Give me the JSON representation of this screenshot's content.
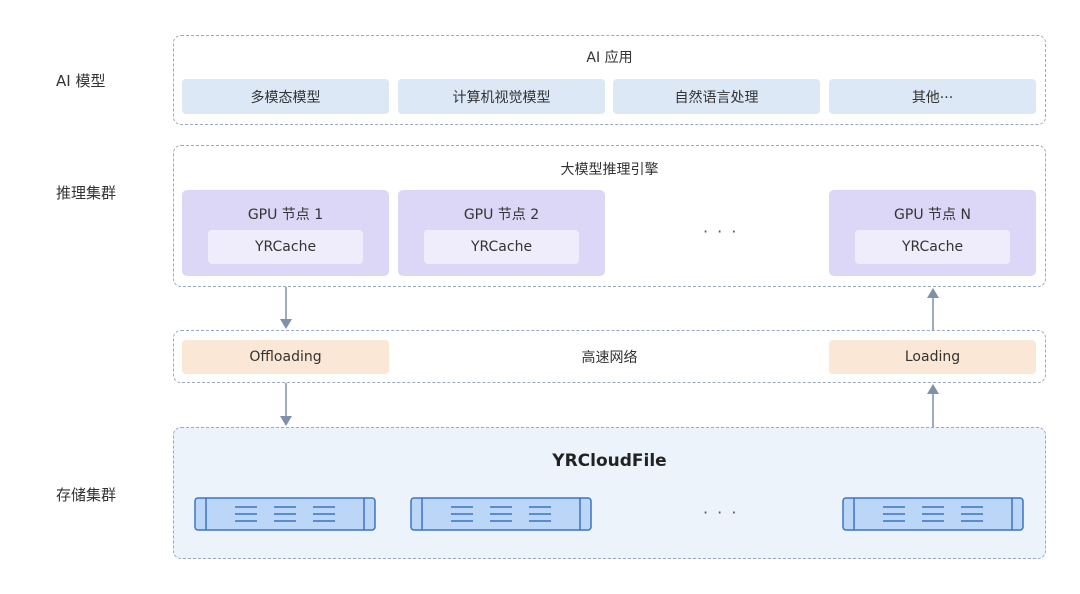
{
  "labels": {
    "ai_model": "AI 模型",
    "inference_cluster": "推理集群",
    "storage_cluster": "存储集群"
  },
  "ai_apps": {
    "title": "AI 应用",
    "items": [
      "多模态模型",
      "计算机视觉模型",
      "自然语言处理",
      "其他···"
    ]
  },
  "inference": {
    "title": "大模型推理引擎",
    "nodes": [
      {
        "title": "GPU 节点 1",
        "cache": "YRCache"
      },
      {
        "title": "GPU 节点 2",
        "cache": "YRCache"
      },
      {
        "title": "GPU 节点 N",
        "cache": "YRCache"
      }
    ],
    "ellipsis": "· · ·"
  },
  "network": {
    "title": "高速网络",
    "offloading": "Offloading",
    "loading": "Loading"
  },
  "storage": {
    "title": "YRCloudFile",
    "ellipsis": "· · ·"
  },
  "colors": {
    "app_box": "#dde8f6",
    "gpu_box": "#dcd7f6",
    "cache_box": "#efedfb",
    "transfer_box": "#fbe7d5",
    "storage_bg": "#ecf3fb",
    "disk_fill": "#bcd6f7",
    "disk_stroke": "#3c73c4",
    "arrow": "#7f90a8"
  }
}
